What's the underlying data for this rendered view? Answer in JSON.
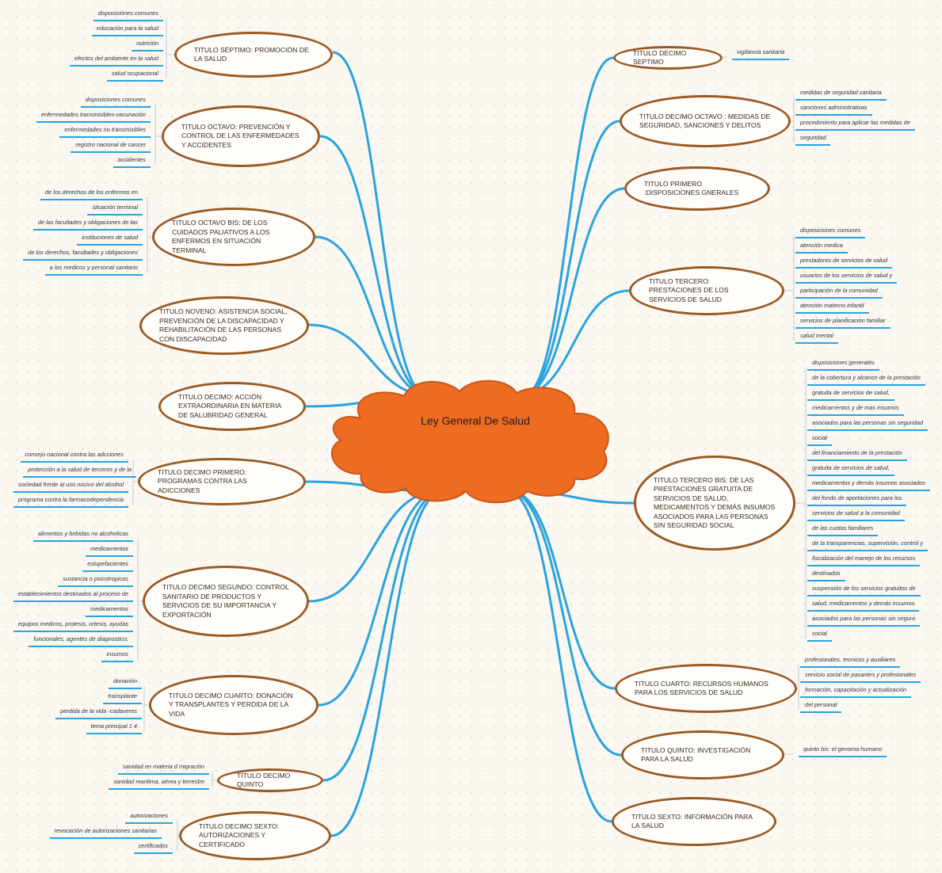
{
  "center": {
    "title": "Ley General De Salud",
    "color": "#ee6b22"
  },
  "colors": {
    "line": "#2aa4de",
    "node_border": "#9a5a23"
  },
  "left_topics": [
    {
      "label": "TITULO SÉPTIMO: PROMOCIÓN DE LA SALUD",
      "items": [
        "disposiciónes comunes",
        "educación para la salud",
        "nutrición",
        "efectos del ambiente en la salud",
        "salud ocupacional"
      ]
    },
    {
      "label": "TITULO OCTAVO: PREVENCIÓN Y CONTROL DE LAS ENFERMEDADES Y ACCIDENTES",
      "items": [
        "disposiciones comunes",
        "enfermedades transmisibles-vacunación",
        "enfermedades no transmisibles",
        "registro nacional de cancer",
        "accidentes"
      ]
    },
    {
      "label": "TITULO OCTAVO BIS: DE LOS CUIDADOS PALIATIVOS A LOS ENFERMOS EN SITUACIÓN TERMINAL",
      "items": [
        "de los derechos de los enfermos en",
        "situación terminal",
        "de las facultades y obligaciones de las",
        "instituciones de salud",
        "de los derechos, facultades y obligaciones",
        "a los medicos y personal sanitario"
      ]
    },
    {
      "label": "TITULO NOVENO: ASISTENCIA SOCIAL, PREVENCIÓN DE LA DISCAPACIDAD Y REHABILITACIÓN DE LAS PERSONAS CON DISCAPACIDAD",
      "items": []
    },
    {
      "label": "TITULO DECIMO: ACCIÓN EXTRAORDINARIA EN MATERIA DE SALUBRIDAD GENERAL",
      "items": []
    },
    {
      "label": "TITULO DECIMO PRIMERO: PROGRAMAS CONTRA LAS ADICCIONES",
      "items": [
        "consejo nacional contra las adcciones",
        "protección a la salud de terceros y de la",
        "sociedad frente al uso nocivo del alcohol",
        "programa contra la farmacodependencia"
      ]
    },
    {
      "label": "TITULO DECIMO SEGUNDO: CONTROL SANITARIO DE PRODUCTOS Y SERVICIOS DE SU IMPORTANCIA Y EXPORTACIÓN",
      "items": [
        "alimentos y bebidas no alcoholicas",
        "medicamentos",
        "estupefacientes",
        "sustancia o psicotropicas",
        "establecimientos destinados al proceso de",
        "medicamentos",
        "equipos medicos, protesis, ortesis, ayudas",
        "funcionales, agentes de diagnostico,",
        "insumos"
      ]
    },
    {
      "label": "TITULO DECIMO CUARTO: DONACIÓN Y TRANSPLANTES Y PERDIDA DE LA VIDA",
      "items": [
        "donación",
        "transplante",
        "perdida de la vida -cadaveres",
        "tema principal 1 4"
      ]
    },
    {
      "label": "TITULO DECIMO QUINTO",
      "items": [
        "sanidad en materia d migración",
        "sanidad maritima, aérea y terrestre"
      ]
    },
    {
      "label": "TITULO DECIMO SEXTO: AUTORIZACIONES Y CERTIFICADO",
      "items": [
        "autorizaciones",
        "revocación de autorizaciones sanitarias",
        "certificados"
      ]
    }
  ],
  "right_topics": [
    {
      "label": "TITULO DECIMO SEPTIMO",
      "items": [
        "vigilancia sanitaria"
      ]
    },
    {
      "label": "TITULO DECIMO OCTAVO : MEDIDAS DE SEGURIDAD, SANCIONES Y DELITOS",
      "items": [
        "medidas de seguridad sanitaria",
        "sanciones administrativas",
        "procedimiento para aplicar las medidas de",
        "seguridad"
      ]
    },
    {
      "label": "TITULO PRIMERO :DISPOSICIONES GNERALES",
      "items": []
    },
    {
      "label": "TITULO TERCERO: PRESTACIONES DE LOS SERVICIOS DE SALUD",
      "items": [
        "disposiciones comunes",
        "atención medica",
        "prestadores de servicios de salud",
        "usuarios de los servicios de salud y",
        "participación de la comunidad",
        "atención materno infantil",
        "servicios de planificación familiar",
        "salud mental"
      ]
    },
    {
      "label": "TITULO TERCERO BIS: DE LAS PRESTACIONES GRATUITA DE SERVICIOS DE SALUD, MEDICAMENTOS Y DEMÁS INSUMOS ASOCIADOS PARA LAS PERSONAS SIN SEGURIDAD SOCIAL",
      "items": [
        "disposiciones generales",
        "de la cobertura y alcance de la prestación",
        "gratuita de servicios de salud,",
        "medicamentos y de mas insumos",
        "asociados para las personas sin seguridad",
        "social",
        "del financiamiento de la prestación",
        "gratuita de servicios de salud,",
        "medicamentos y demás insumos asociados",
        "del fondo de aportaciones para los",
        "servicios de salud a la comunidad",
        "de las cuotas familiares",
        "de la transparencias, supervisión, contról y",
        "fiscalización del manejo de los recursos",
        "destinados",
        "suspensión de los servicios gratuitos de",
        "salud, medicamentos y demás insumos",
        "asociados para las personas sin seguro",
        "social"
      ]
    },
    {
      "label": "TITULO CUARTO: RECURSOS HUMANOS PARA LOS SERVICIOS DE SALUD",
      "items": [
        "profesionales, tecnicos y auxiliares",
        "servicio social de pasantes y profesionales",
        "formación, capacitación y actualización",
        "del personal"
      ]
    },
    {
      "label": "TITULO QUINTO: INVESTIGACIÓN PARA LA SALUD",
      "items": [
        "quinto bis: el genoma humano"
      ]
    },
    {
      "label": "TITULO SEXTO: INFORMACIÓN PARA LA SALUD",
      "items": []
    }
  ]
}
